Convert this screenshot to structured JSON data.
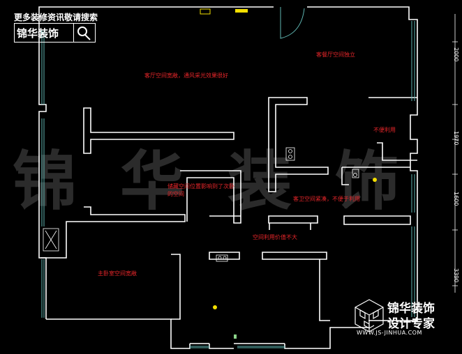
{
  "header": {
    "top_text": "更多装修资讯敬请搜索",
    "search_label": "锦华装饰",
    "search_icon": "magnifier-icon"
  },
  "watermark": "锦华装饰",
  "annotations": {
    "living_room": "客厅空间宽敞，通风采光效果很好",
    "dining_room": "客餐厅空间独立",
    "inconvenient": "不便利用",
    "storage": "储藏空间位置影响到了次卧的空间",
    "guest_bath": "客卫空间紧凑，不便于利用",
    "low_value": "空间利用价值不大",
    "master_bedroom": "主卧室空间宽敞"
  },
  "dimensions": [
    "2000",
    "1970",
    "1600",
    "3390"
  ],
  "brand": {
    "name": "锦华装饰",
    "slogan": "设计专家",
    "url": "WWW.JS-JINHUA.COM",
    "logo_icon": "cube-logo-icon"
  },
  "colors": {
    "background": "#000000",
    "wall": "#ffffff",
    "window": "#5fb6b2",
    "annotation": "#e8262a",
    "fixture": "#f5e000"
  }
}
